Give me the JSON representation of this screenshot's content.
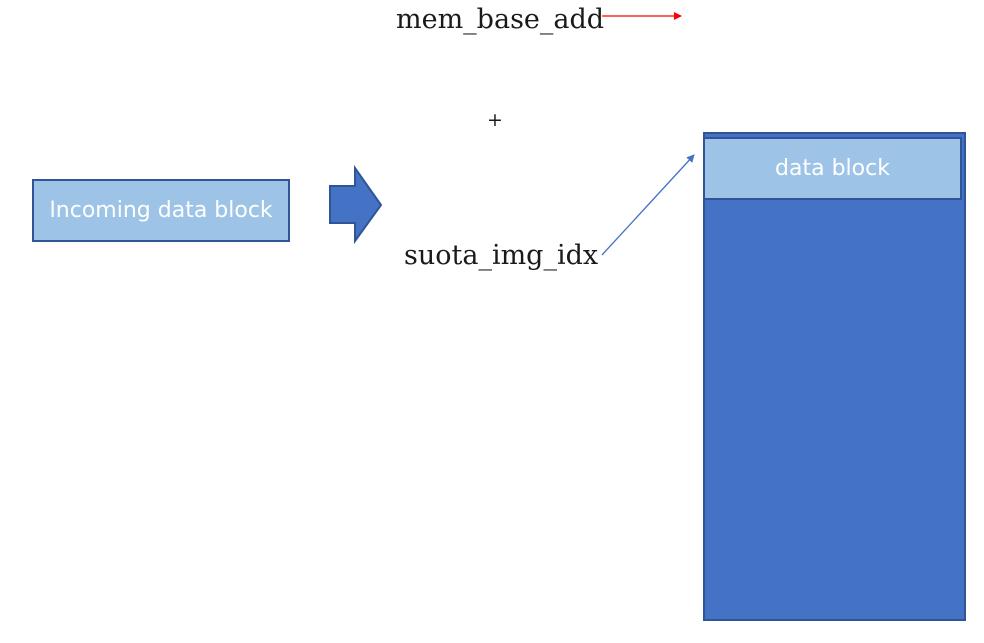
{
  "labels": {
    "mem_base_add": "mem_base_add",
    "plus": "+",
    "suota_img_idx": "suota_img_idx"
  },
  "blocks": {
    "incoming": "Incoming data block",
    "data": "data block"
  },
  "colors": {
    "light_block": "#9dc3e6",
    "dark_block": "#4472c4",
    "border": "#2f5597",
    "red_arrow": "#ff0000",
    "blue_arrow": "#4472c4"
  },
  "icons": {
    "big_arrow": "right-block-arrow-icon",
    "red_arrow": "arrow-right-icon",
    "blue_arrow": "arrow-diagonal-icon"
  }
}
